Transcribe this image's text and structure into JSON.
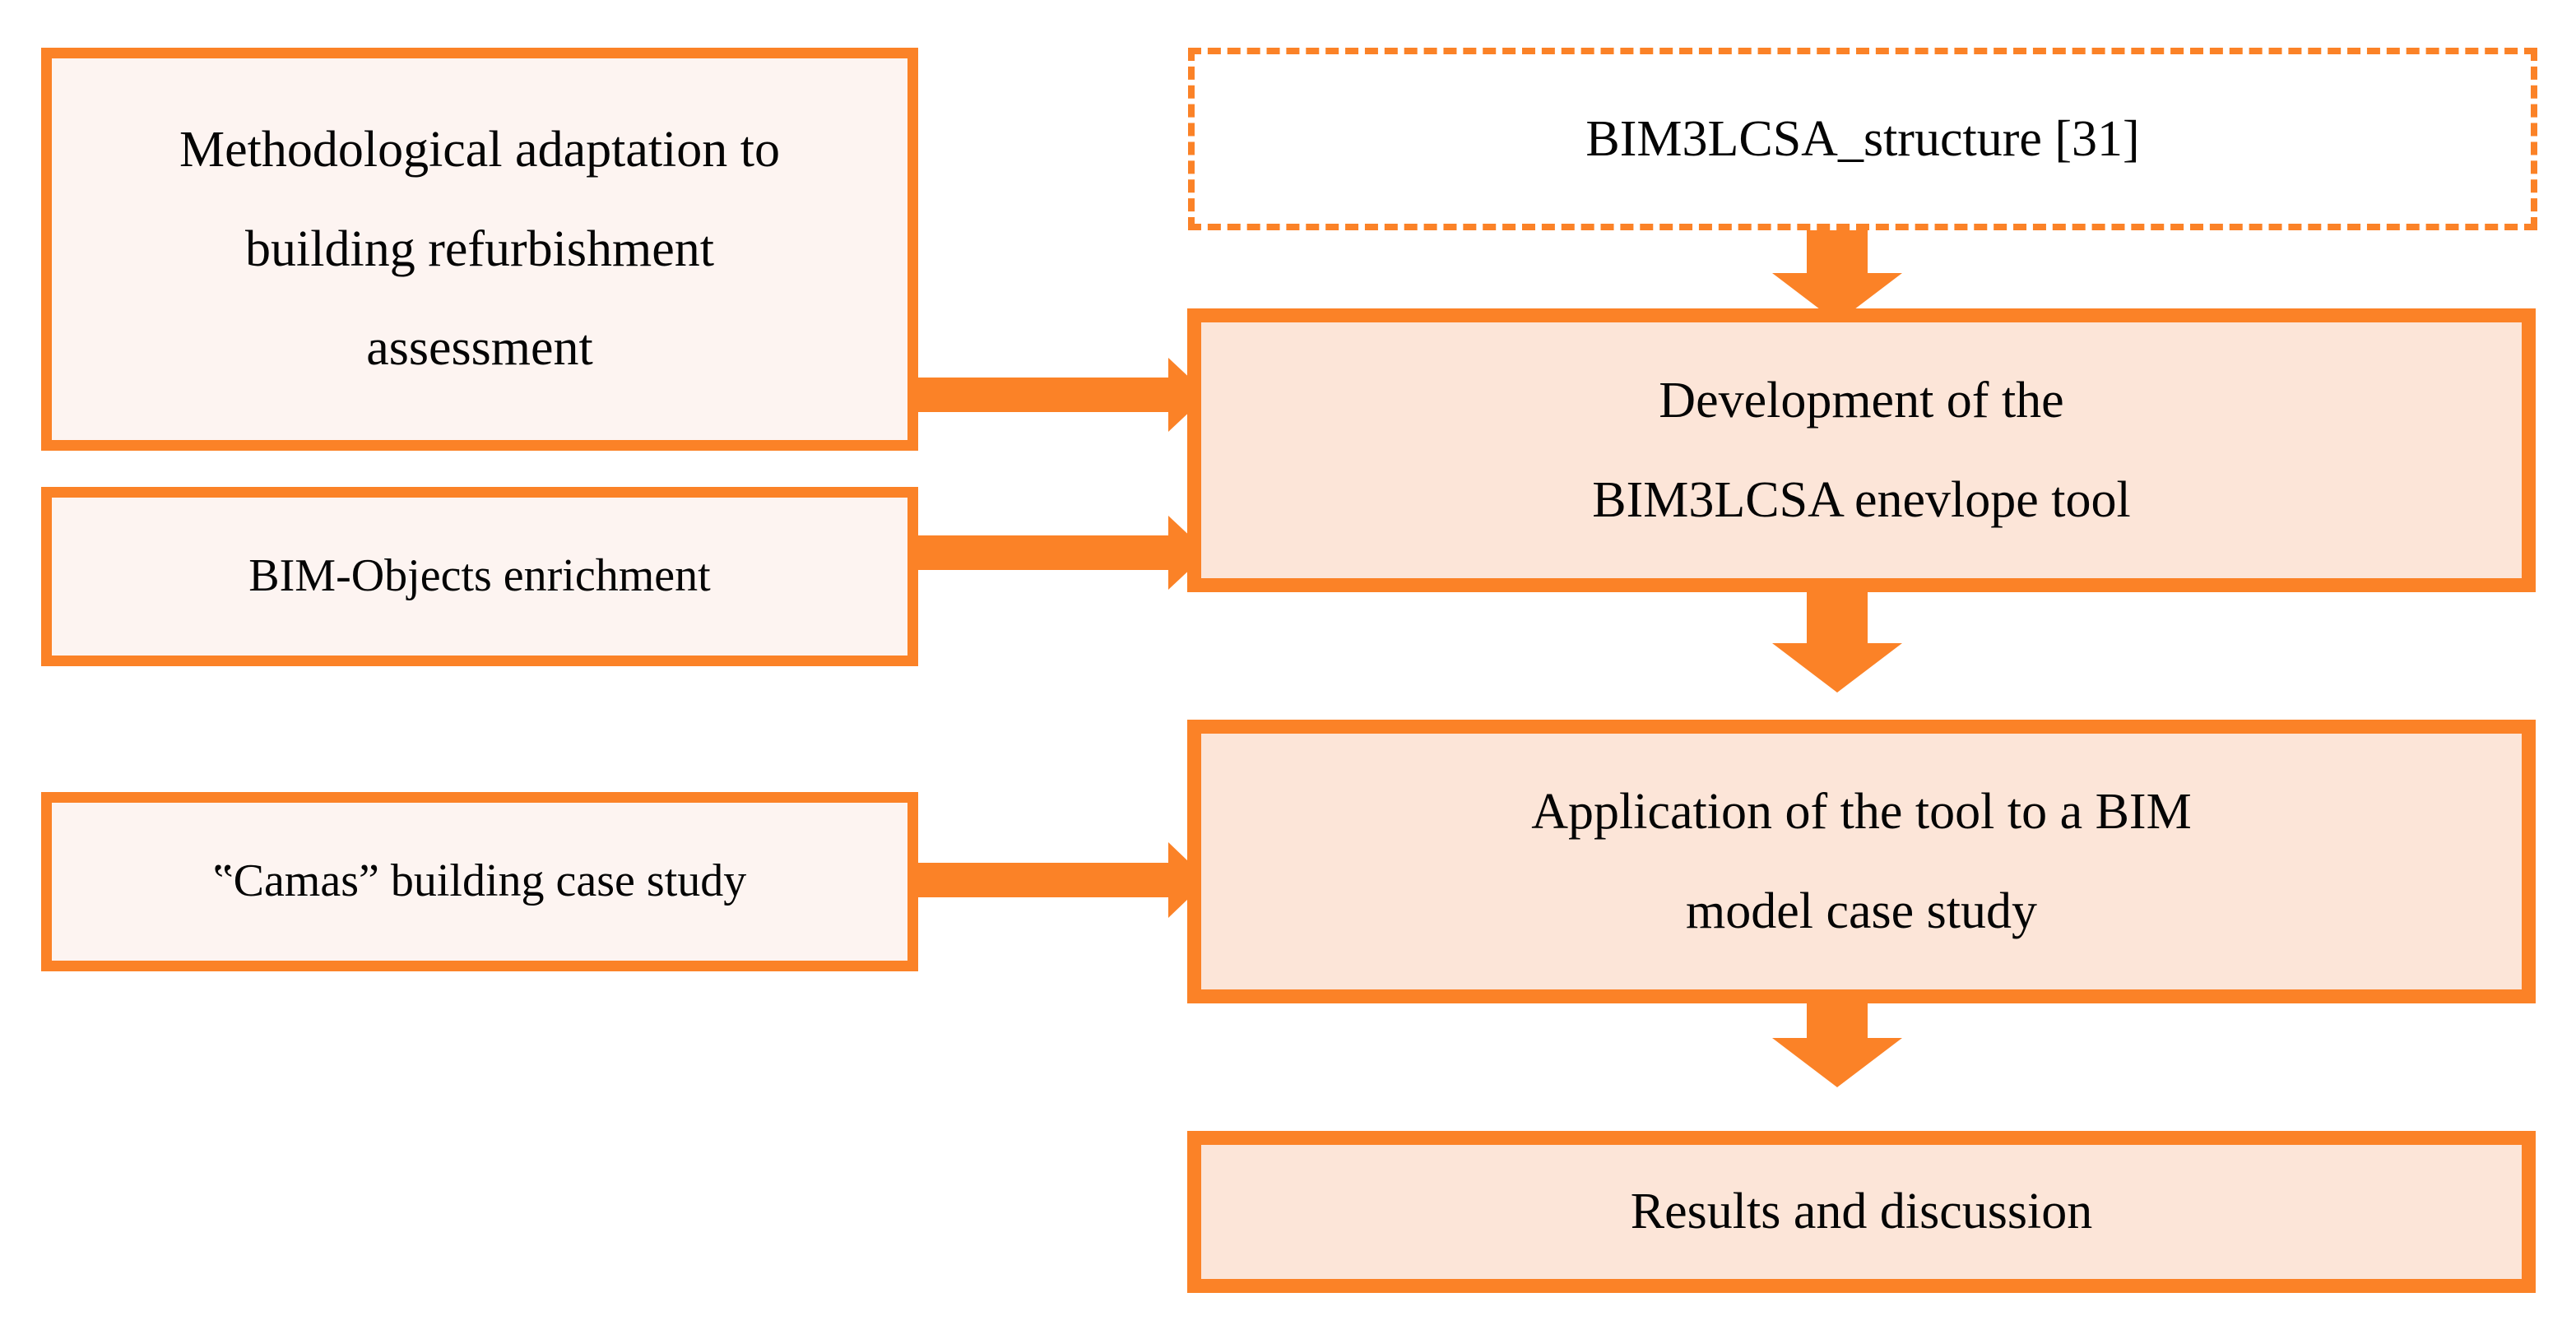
{
  "diagram": {
    "title": "BIM3LCSA methodology flowchart",
    "colors": {
      "accent_orange": "#FB8227",
      "input_fill": "#FDF4F1",
      "process_fill": "#FCE5D8",
      "reference_fill": "#FFFFFF",
      "text": "#050505",
      "background": "#FFFFFF"
    },
    "nodes": {
      "methodological_adaptation": {
        "text": "Methodological adaptation to\nbuilding refurbishment\nassessment",
        "type": "input"
      },
      "bim_objects_enrichment": {
        "text": "BIM-Objects enrichment",
        "type": "input"
      },
      "camas_case_study": {
        "text": "‟Camas” building case study",
        "type": "input"
      },
      "bim3lcsa_structure": {
        "text": "BIM3LCSA_structure [31]",
        "type": "reference"
      },
      "tool_development": {
        "text": "Development of the\nBIM3LCSA  enevlope tool",
        "type": "process"
      },
      "tool_application": {
        "text": "Application of the tool to a BIM\nmodel case study",
        "type": "process"
      },
      "results_discussion": {
        "text": "Results and discussion",
        "type": "process"
      }
    },
    "connectors": [
      {
        "name": "methodological-to-development",
        "direction": "right"
      },
      {
        "name": "enrichment-to-development",
        "direction": "right"
      },
      {
        "name": "camas-to-application",
        "direction": "right"
      },
      {
        "name": "structure-to-development",
        "direction": "down"
      },
      {
        "name": "development-to-application",
        "direction": "down"
      },
      {
        "name": "application-to-results",
        "direction": "down"
      }
    ]
  }
}
